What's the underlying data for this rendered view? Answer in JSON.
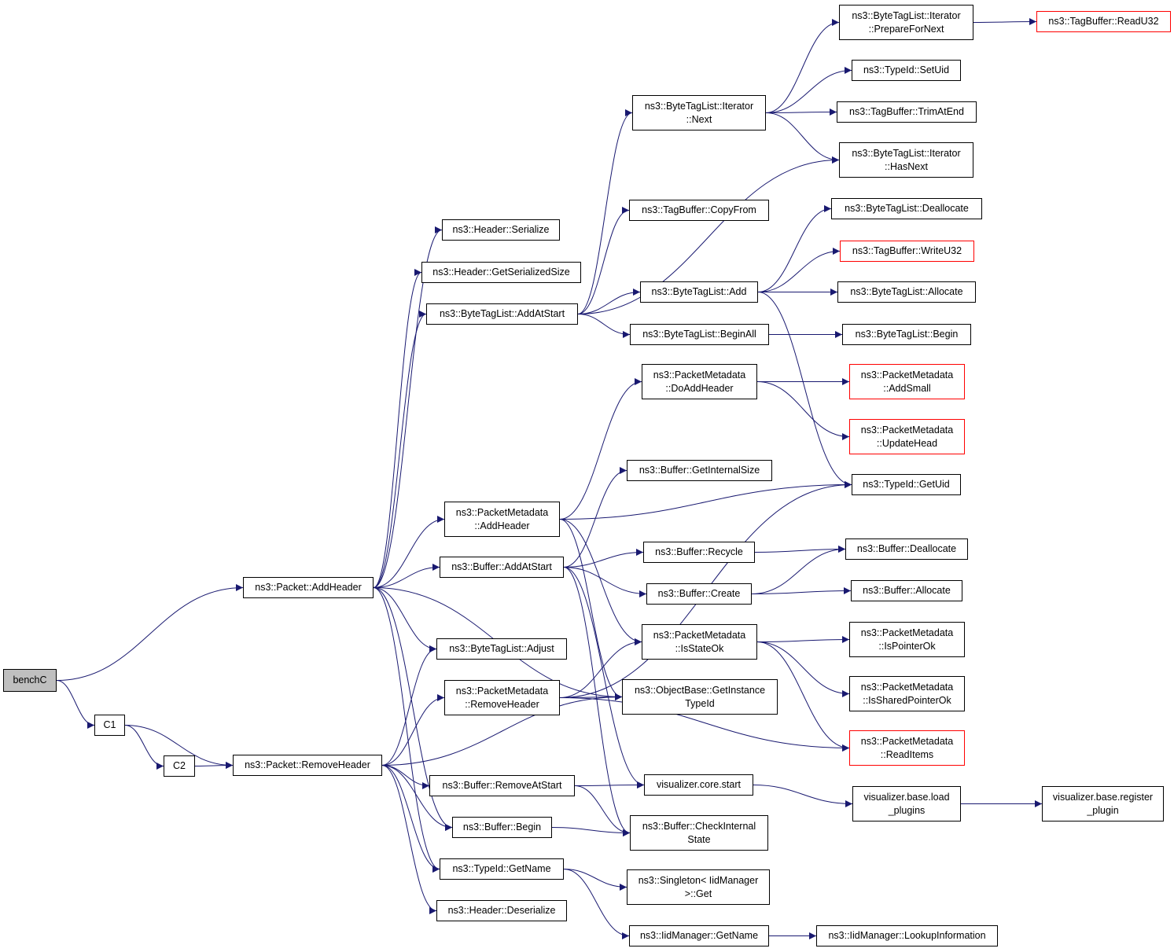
{
  "graph": {
    "colors": {
      "edge": "#191970",
      "normal_border": "#000000",
      "truncated_border": "#ff0000",
      "current_fill": "#bfbfbf"
    },
    "nodes": [
      {
        "id": "benchC",
        "lines": [
          "benchC"
        ],
        "status": "current"
      },
      {
        "id": "C1",
        "lines": [
          "C1"
        ]
      },
      {
        "id": "C2",
        "lines": [
          "C2"
        ]
      },
      {
        "id": "packet-addheader",
        "lines": [
          "ns3::Packet::AddHeader"
        ]
      },
      {
        "id": "packet-removeheader",
        "lines": [
          "ns3::Packet::RemoveHeader"
        ]
      },
      {
        "id": "header-serialize",
        "lines": [
          "ns3::Header::Serialize"
        ]
      },
      {
        "id": "header-getserializedsize",
        "lines": [
          "ns3::Header::GetSerializedSize"
        ]
      },
      {
        "id": "bytetaglist-addatstart",
        "lines": [
          "ns3::ByteTagList::AddAtStart"
        ]
      },
      {
        "id": "packetmetadata-addheader",
        "lines": [
          "ns3::PacketMetadata",
          "::AddHeader"
        ]
      },
      {
        "id": "buffer-addatstart",
        "lines": [
          "ns3::Buffer::AddAtStart"
        ]
      },
      {
        "id": "bytetaglist-adjust",
        "lines": [
          "ns3::ByteTagList::Adjust"
        ]
      },
      {
        "id": "packetmetadata-removeheader",
        "lines": [
          "ns3::PacketMetadata",
          "::RemoveHeader"
        ]
      },
      {
        "id": "buffer-removeatstart",
        "lines": [
          "ns3::Buffer::RemoveAtStart"
        ]
      },
      {
        "id": "buffer-begin",
        "lines": [
          "ns3::Buffer::Begin"
        ]
      },
      {
        "id": "typeid-getname",
        "lines": [
          "ns3::TypeId::GetName"
        ]
      },
      {
        "id": "header-deserialize",
        "lines": [
          "ns3::Header::Deserialize"
        ]
      },
      {
        "id": "iterator-next",
        "lines": [
          "ns3::ByteTagList::Iterator",
          "::Next"
        ]
      },
      {
        "id": "tagbuffer-copyfrom",
        "lines": [
          "ns3::TagBuffer::CopyFrom"
        ]
      },
      {
        "id": "bytetaglist-add",
        "lines": [
          "ns3::ByteTagList::Add"
        ]
      },
      {
        "id": "bytetaglist-beginall",
        "lines": [
          "ns3::ByteTagList::BeginAll"
        ]
      },
      {
        "id": "packetmetadata-doaddheader",
        "lines": [
          "ns3::PacketMetadata",
          "::DoAddHeader"
        ]
      },
      {
        "id": "buffer-getinternalsize",
        "lines": [
          "ns3::Buffer::GetInternalSize"
        ]
      },
      {
        "id": "buffer-recycle",
        "lines": [
          "ns3::Buffer::Recycle"
        ]
      },
      {
        "id": "buffer-create",
        "lines": [
          "ns3::Buffer::Create"
        ]
      },
      {
        "id": "packetmetadata-isstateok",
        "lines": [
          "ns3::PacketMetadata",
          "::IsStateOk"
        ]
      },
      {
        "id": "objectbase-getinstancetypeid",
        "lines": [
          "ns3::ObjectBase::GetInstance",
          "TypeId"
        ]
      },
      {
        "id": "visualizer-core-start",
        "lines": [
          "visualizer.core.start"
        ]
      },
      {
        "id": "buffer-checkinternalstate",
        "lines": [
          "ns3::Buffer::CheckInternal",
          "State"
        ]
      },
      {
        "id": "singleton-get",
        "lines": [
          "ns3::Singleton< IidManager",
          ">::Get"
        ]
      },
      {
        "id": "iidmanager-getname",
        "lines": [
          "ns3::IidManager::GetName"
        ]
      },
      {
        "id": "iterator-preparefornext",
        "lines": [
          "ns3::ByteTagList::Iterator",
          "::PrepareForNext"
        ]
      },
      {
        "id": "typeid-setuid",
        "lines": [
          "ns3::TypeId::SetUid"
        ]
      },
      {
        "id": "tagbuffer-trimatend",
        "lines": [
          "ns3::TagBuffer::TrimAtEnd"
        ]
      },
      {
        "id": "iterator-hasnext",
        "lines": [
          "ns3::ByteTagList::Iterator",
          "::HasNext"
        ]
      },
      {
        "id": "bytetaglist-deallocate",
        "lines": [
          "ns3::ByteTagList::Deallocate"
        ]
      },
      {
        "id": "tagbuffer-writeu32",
        "lines": [
          "ns3::TagBuffer::WriteU32"
        ],
        "status": "truncated"
      },
      {
        "id": "bytetaglist-allocate",
        "lines": [
          "ns3::ByteTagList::Allocate"
        ]
      },
      {
        "id": "bytetaglist-begin",
        "lines": [
          "ns3::ByteTagList::Begin"
        ]
      },
      {
        "id": "packetmetadata-addsmall",
        "lines": [
          "ns3::PacketMetadata",
          "::AddSmall"
        ],
        "status": "truncated"
      },
      {
        "id": "packetmetadata-updatehead",
        "lines": [
          "ns3::PacketMetadata",
          "::UpdateHead"
        ],
        "status": "truncated"
      },
      {
        "id": "typeid-getuid",
        "lines": [
          "ns3::TypeId::GetUid"
        ]
      },
      {
        "id": "buffer-deallocate",
        "lines": [
          "ns3::Buffer::Deallocate"
        ]
      },
      {
        "id": "buffer-allocate",
        "lines": [
          "ns3::Buffer::Allocate"
        ]
      },
      {
        "id": "packetmetadata-ispointerok",
        "lines": [
          "ns3::PacketMetadata",
          "::IsPointerOk"
        ]
      },
      {
        "id": "packetmetadata-issharedpointerok",
        "lines": [
          "ns3::PacketMetadata",
          "::IsSharedPointerOk"
        ]
      },
      {
        "id": "packetmetadata-readitems",
        "lines": [
          "ns3::PacketMetadata",
          "::ReadItems"
        ],
        "status": "truncated"
      },
      {
        "id": "visualizer-base-load-plugins",
        "lines": [
          "visualizer.base.load",
          "_plugins"
        ]
      },
      {
        "id": "visualizer-base-register-plugin",
        "lines": [
          "visualizer.base.register",
          "_plugin"
        ]
      },
      {
        "id": "iidmanager-lookupinformation",
        "lines": [
          "ns3::IidManager::LookupInformation"
        ]
      },
      {
        "id": "tagbuffer-readu32",
        "lines": [
          "ns3::TagBuffer::ReadU32"
        ],
        "status": "truncated"
      }
    ],
    "edges": [
      {
        "from": "benchC",
        "to": "packet-addheader"
      },
      {
        "from": "benchC",
        "to": "C1"
      },
      {
        "from": "C1",
        "to": "C2"
      },
      {
        "from": "C1",
        "to": "packet-removeheader"
      },
      {
        "from": "C2",
        "to": "packet-removeheader"
      },
      {
        "from": "packet-addheader",
        "to": "header-serialize"
      },
      {
        "from": "packet-addheader",
        "to": "header-getserializedsize"
      },
      {
        "from": "packet-addheader",
        "to": "bytetaglist-addatstart"
      },
      {
        "from": "packet-addheader",
        "to": "packetmetadata-addheader"
      },
      {
        "from": "packet-addheader",
        "to": "buffer-addatstart"
      },
      {
        "from": "packet-addheader",
        "to": "bytetaglist-adjust"
      },
      {
        "from": "packet-addheader",
        "to": "objectbase-getinstancetypeid"
      },
      {
        "from": "packet-addheader",
        "to": "buffer-begin"
      },
      {
        "from": "packet-addheader",
        "to": "typeid-getname"
      },
      {
        "from": "packet-removeheader",
        "to": "bytetaglist-adjust"
      },
      {
        "from": "packet-removeheader",
        "to": "packetmetadata-removeheader"
      },
      {
        "from": "packet-removeheader",
        "to": "objectbase-getinstancetypeid"
      },
      {
        "from": "packet-removeheader",
        "to": "buffer-removeatstart"
      },
      {
        "from": "packet-removeheader",
        "to": "buffer-begin"
      },
      {
        "from": "packet-removeheader",
        "to": "typeid-getname"
      },
      {
        "from": "packet-removeheader",
        "to": "header-deserialize"
      },
      {
        "from": "bytetaglist-addatstart",
        "to": "iterator-next"
      },
      {
        "from": "bytetaglist-addatstart",
        "to": "tagbuffer-copyfrom"
      },
      {
        "from": "bytetaglist-addatstart",
        "to": "iterator-hasnext"
      },
      {
        "from": "bytetaglist-addatstart",
        "to": "bytetaglist-add"
      },
      {
        "from": "bytetaglist-addatstart",
        "to": "bytetaglist-beginall"
      },
      {
        "from": "iterator-next",
        "to": "iterator-preparefornext"
      },
      {
        "from": "iterator-next",
        "to": "typeid-setuid"
      },
      {
        "from": "iterator-next",
        "to": "tagbuffer-trimatend"
      },
      {
        "from": "iterator-next",
        "to": "iterator-hasnext"
      },
      {
        "from": "iterator-preparefornext",
        "to": "tagbuffer-readu32"
      },
      {
        "from": "bytetaglist-add",
        "to": "bytetaglist-deallocate"
      },
      {
        "from": "bytetaglist-add",
        "to": "tagbuffer-writeu32"
      },
      {
        "from": "bytetaglist-add",
        "to": "bytetaglist-allocate"
      },
      {
        "from": "bytetaglist-add",
        "to": "typeid-getuid"
      },
      {
        "from": "bytetaglist-beginall",
        "to": "bytetaglist-begin"
      },
      {
        "from": "packetmetadata-addheader",
        "to": "packetmetadata-doaddheader"
      },
      {
        "from": "packetmetadata-addheader",
        "to": "typeid-getuid"
      },
      {
        "from": "packetmetadata-addheader",
        "to": "packetmetadata-isstateok"
      },
      {
        "from": "packetmetadata-addheader",
        "to": "objectbase-getinstancetypeid"
      },
      {
        "from": "packetmetadata-doaddheader",
        "to": "packetmetadata-addsmall"
      },
      {
        "from": "packetmetadata-doaddheader",
        "to": "packetmetadata-updatehead"
      },
      {
        "from": "buffer-addatstart",
        "to": "buffer-getinternalsize"
      },
      {
        "from": "buffer-addatstart",
        "to": "buffer-recycle"
      },
      {
        "from": "buffer-addatstart",
        "to": "buffer-create"
      },
      {
        "from": "buffer-addatstart",
        "to": "visualizer-core-start"
      },
      {
        "from": "buffer-addatstart",
        "to": "buffer-checkinternalstate"
      },
      {
        "from": "buffer-recycle",
        "to": "buffer-deallocate"
      },
      {
        "from": "buffer-create",
        "to": "buffer-deallocate"
      },
      {
        "from": "buffer-create",
        "to": "buffer-allocate"
      },
      {
        "from": "packetmetadata-removeheader",
        "to": "packetmetadata-isstateok"
      },
      {
        "from": "packetmetadata-removeheader",
        "to": "objectbase-getinstancetypeid"
      },
      {
        "from": "packetmetadata-removeheader",
        "to": "typeid-getuid"
      },
      {
        "from": "packetmetadata-removeheader",
        "to": "packetmetadata-readitems"
      },
      {
        "from": "packetmetadata-isstateok",
        "to": "packetmetadata-ispointerok"
      },
      {
        "from": "packetmetadata-isstateok",
        "to": "packetmetadata-issharedpointerok"
      },
      {
        "from": "packetmetadata-isstateok",
        "to": "packetmetadata-readitems"
      },
      {
        "from": "buffer-removeatstart",
        "to": "visualizer-core-start"
      },
      {
        "from": "buffer-removeatstart",
        "to": "buffer-checkinternalstate"
      },
      {
        "from": "buffer-begin",
        "to": "buffer-checkinternalstate"
      },
      {
        "from": "visualizer-core-start",
        "to": "visualizer-base-load-plugins"
      },
      {
        "from": "visualizer-base-load-plugins",
        "to": "visualizer-base-register-plugin"
      },
      {
        "from": "typeid-getname",
        "to": "singleton-get"
      },
      {
        "from": "typeid-getname",
        "to": "iidmanager-getname"
      },
      {
        "from": "iidmanager-getname",
        "to": "iidmanager-lookupinformation"
      }
    ]
  }
}
